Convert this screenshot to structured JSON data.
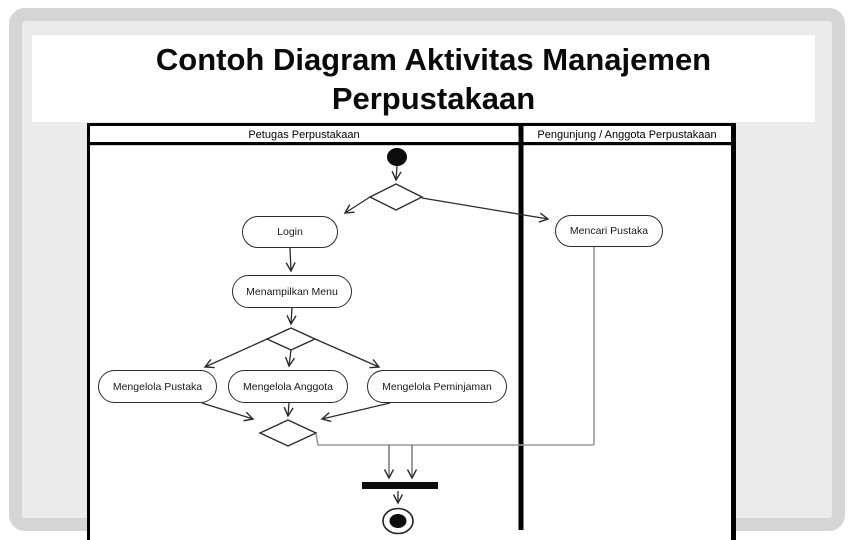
{
  "slide": {
    "title_line1": "Contoh Diagram Aktivitas Manajemen",
    "title_line2": "Perpustakaan"
  },
  "diagram": {
    "type": "uml-activity-diagram",
    "lanes": [
      {
        "label": "Petugas Perpustakaan"
      },
      {
        "label": "Pengunjung / Anggota Perpustakaan"
      }
    ],
    "activities": {
      "login": "Login",
      "menampilkan_menu": "Menampilkan Menu",
      "mengelola_pustaka": "Mengelola Pustaka",
      "mengelola_anggota": "Mengelola Anggota",
      "mengelola_peminjaman": "Mengelola Peminjaman",
      "mencari_pustaka": "Mencari Pustaka"
    },
    "nodes": [
      {
        "id": "start",
        "type": "initial-node",
        "lane": 0
      },
      {
        "id": "decision1",
        "type": "decision",
        "lane": 0
      },
      {
        "id": "decision2",
        "type": "decision",
        "lane": 0
      },
      {
        "id": "merge",
        "type": "merge",
        "lane": 0
      },
      {
        "id": "join",
        "type": "join-bar",
        "lane": 0
      },
      {
        "id": "final",
        "type": "final-node",
        "lane": 0
      }
    ],
    "edges": [
      {
        "from": "start",
        "to": "decision1"
      },
      {
        "from": "decision1",
        "to": "login"
      },
      {
        "from": "decision1",
        "to": "mencari_pustaka"
      },
      {
        "from": "login",
        "to": "menampilkan_menu"
      },
      {
        "from": "menampilkan_menu",
        "to": "decision2"
      },
      {
        "from": "decision2",
        "to": "mengelola_pustaka"
      },
      {
        "from": "decision2",
        "to": "mengelola_anggota"
      },
      {
        "from": "decision2",
        "to": "mengelola_peminjaman"
      },
      {
        "from": "mengelola_pustaka",
        "to": "merge"
      },
      {
        "from": "mengelola_anggota",
        "to": "merge"
      },
      {
        "from": "mengelola_peminjaman",
        "to": "merge"
      },
      {
        "from": "merge",
        "to": "join"
      },
      {
        "from": "mencari_pustaka",
        "to": "join"
      },
      {
        "from": "join",
        "to": "final"
      }
    ],
    "colors": {
      "slide_frame": "#d5d5d5",
      "slide_background": "#ebebeb",
      "diagram_line": "#2b2b2b",
      "connector_gray": "#9a9a9a",
      "node_fill": "#0c0c0c"
    }
  }
}
